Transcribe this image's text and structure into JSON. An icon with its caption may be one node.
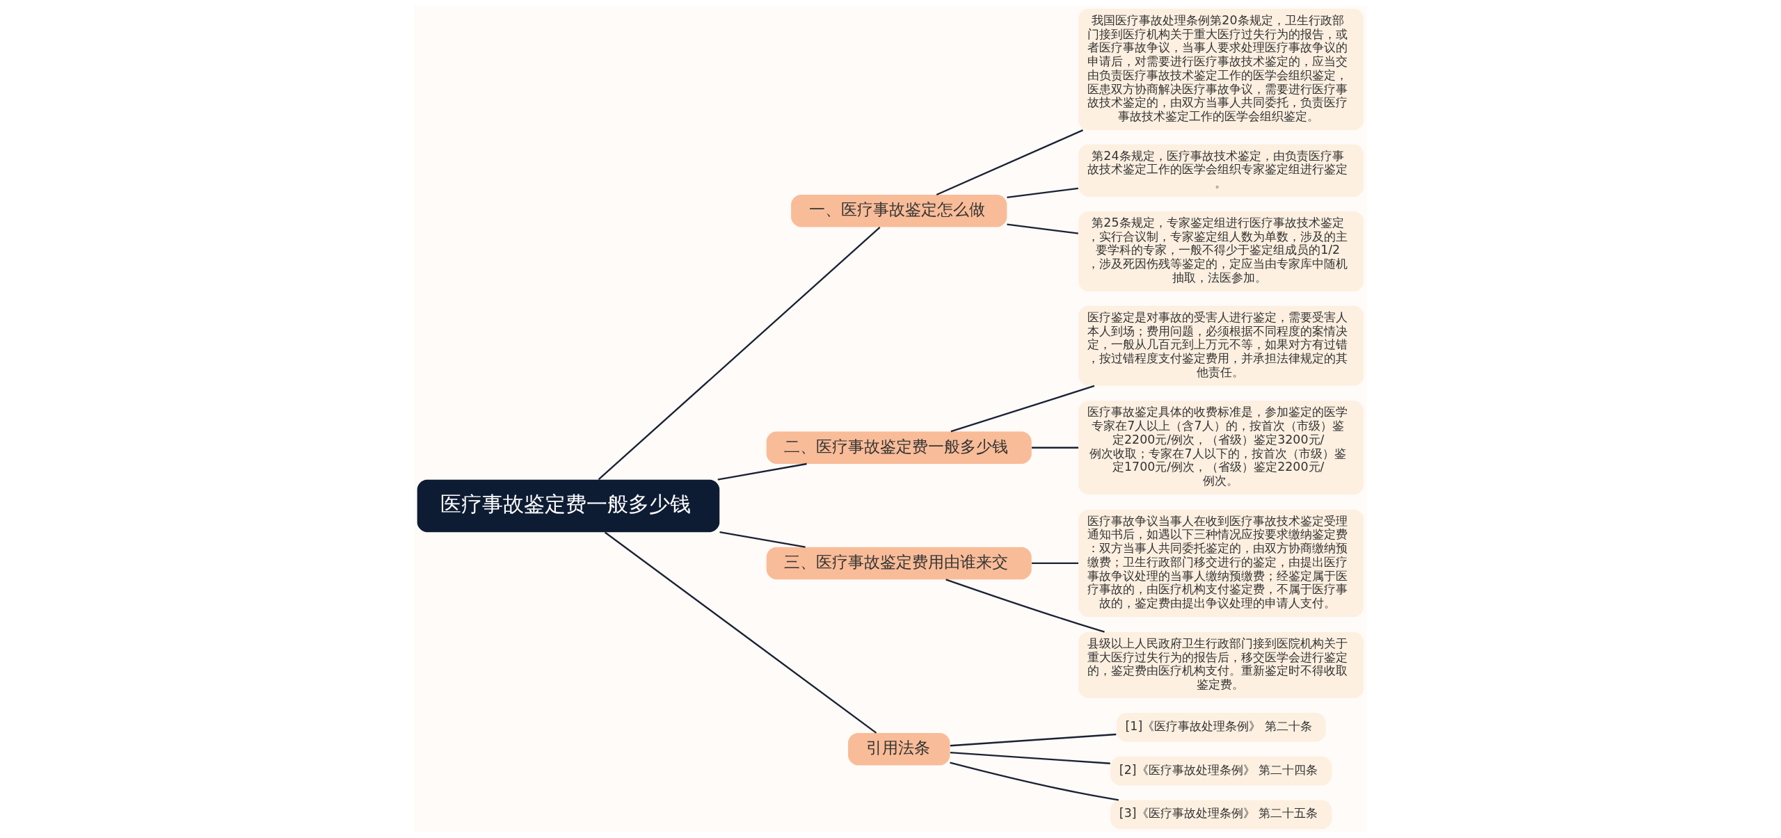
{
  "diagram": {
    "nodes": [
      {
        "text": [
          "医疗事故鉴定费一般多少钱"
        ]
      },
      {
        "text": [
          "一、医疗事故鉴定怎么做"
        ]
      },
      {
        "text": [
          "我国医疗事故处理条例第20条规定，卫生行政部门接到医疗机构关于重大医疗过失行为的报告，或者医疗事故争议，当事人要求处理医疗事故争议的申请后，对需要进行医疗事故技术鉴定的，应当交由负责医疗事故技术鉴定工作的医学会组织鉴定，医患双方协商解决医疗事故争议，需要进行医疗事故技术鉴定的，由双方当事人共同委托，负责医疗事故技术鉴定工作的医学会组织鉴定。"
        ]
      },
      {
        "text": [
          "第24条规定，医疗事故技术鉴定，由负责医疗事故技术鉴定工作的医学会组织专家鉴定组进行鉴定。"
        ]
      },
      {
        "text": [
          "第25条规定，专家鉴定组进行医疗事故技术鉴定，实行合议制，专家鉴定组人数为单数，涉及的主要学科的专家，一般不得少于鉴定组成员的1/2，涉及死因伤残等鉴定的，定应当由专家库中随机抽取，法医参加。"
        ]
      },
      {
        "text": [
          "二、医疗事故鉴定费一般多少钱"
        ]
      },
      {
        "text": [
          "医疗鉴定是对事故的受害人进行鉴定，需要受害人本人到场；费用问题，必须根据不同程度的案情决定，一般从几百元到上万元不等，如果对方有过错，按过错程度支付鉴定费用，并承担法律规定的其他责任。"
        ]
      },
      {
        "text": [
          "医疗事故鉴定具体的收费标准是，参加鉴定的医学专家在7人以上（含7人）的，按首次（市级）鉴定2200元/例次，（省级）鉴定3200元/例次收取；专家在7人以下的，按首次（市级）鉴定1700元/例次，（省级）鉴定2200元/例次。"
        ]
      },
      {
        "text": [
          "三、医疗事故鉴定费用由谁来交"
        ]
      },
      {
        "text": [
          "医疗事故争议当事人在收到医疗事故技术鉴定受理通知书后，如遇以下三种情况应按要求缴纳鉴定费：双方当事人共同委托鉴定的，由双方协商缴纳预缴费；卫生行政部门移交进行的鉴定，由提出医疗事故争议处理的当事人缴纳预缴费；经鉴定属于医疗事故的，由医疗机构支付鉴定费，不属于医疗事故的，鉴定费由提出争议处理的申请人支付。"
        ]
      },
      {
        "text": [
          "县级以上人民政府卫生行政部门接到医院机构关于重大医疗过失行为的报告后，移交医学会进行鉴定的，鉴定费由医疗机构支付。重新鉴定时不得收取鉴定费。"
        ]
      },
      {
        "text": [
          "引用法条"
        ]
      },
      {
        "text": [
          "[1]《医疗事故处理条例》 第二十条"
        ]
      },
      {
        "text": [
          "[2]《医疗事故处理条例》 第二十四条"
        ]
      },
      {
        "text": [
          "[3]《医疗事故处理条例》 第二十五条"
        ]
      }
    ],
    "edges": [
      {
        "from": 0,
        "to": 1,
        "arrow": "none"
      },
      {
        "from": 1,
        "to": 2,
        "arrow": "none"
      },
      {
        "from": 1,
        "to": 3,
        "arrow": "none"
      },
      {
        "from": 1,
        "to": 4,
        "arrow": "none"
      },
      {
        "from": 0,
        "to": 5,
        "arrow": "none"
      },
      {
        "from": 5,
        "to": 6,
        "arrow": "none"
      },
      {
        "from": 5,
        "to": 7,
        "arrow": "none"
      },
      {
        "from": 0,
        "to": 8,
        "arrow": "none"
      },
      {
        "from": 8,
        "to": 9,
        "arrow": "none"
      },
      {
        "from": 8,
        "to": 10,
        "arrow": "none"
      },
      {
        "from": 0,
        "to": 11,
        "arrow": "none"
      },
      {
        "from": 11,
        "to": 12,
        "arrow": "none"
      },
      {
        "from": 11,
        "to": 13,
        "arrow": "none"
      },
      {
        "from": 11,
        "to": 14,
        "arrow": "none"
      }
    ]
  }
}
